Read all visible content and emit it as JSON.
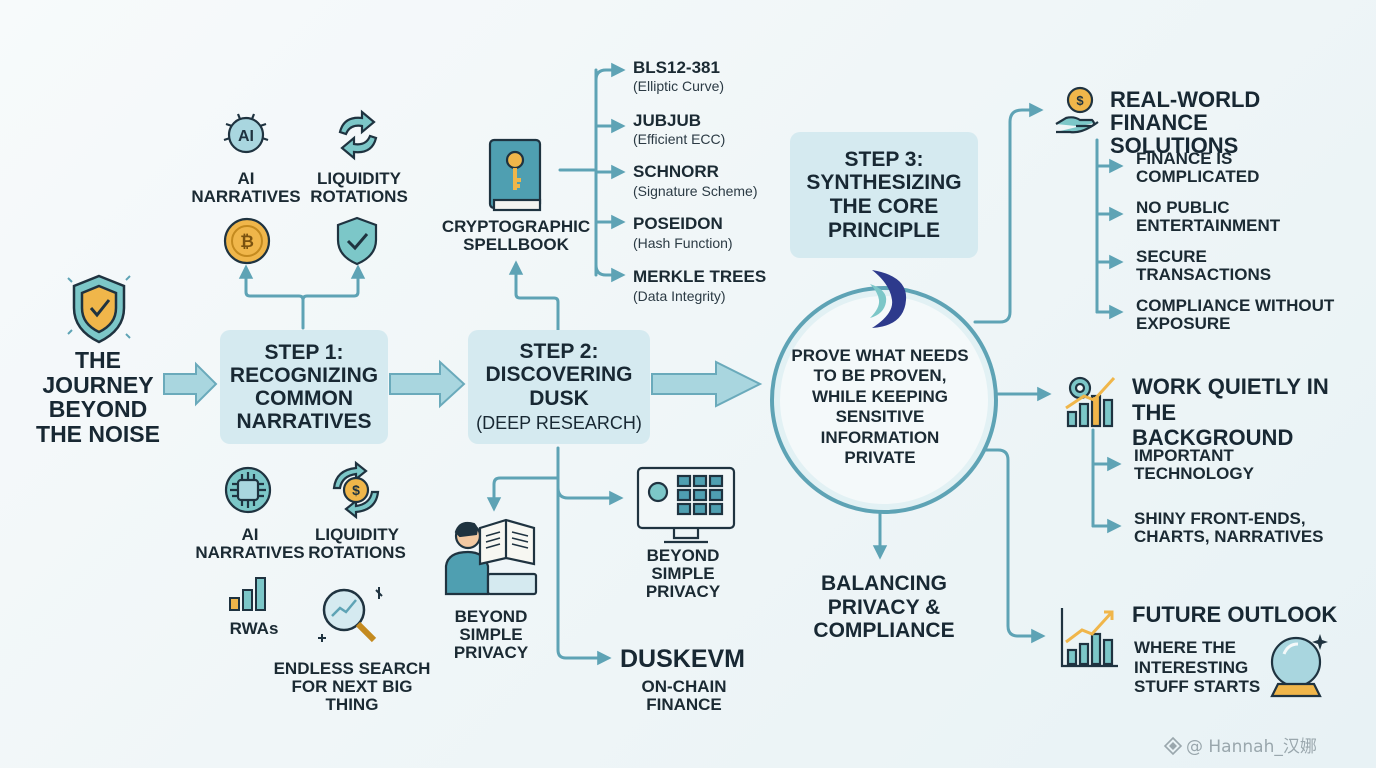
{
  "title": "THE JOURNEY BEYOND THE NOISE",
  "step1": {
    "title": "STEP 1: RECOGNIZING COMMON NARRATIVES",
    "top_items": [
      "AI NARRATIVES",
      "LIQUIDITY ROTATIONS"
    ],
    "bottom_items": [
      "AI NARRATIVES",
      "LIQUIDITY ROTATIONS",
      "RWAs",
      "ENDLESS SEARCH FOR NEXT BIG THING"
    ]
  },
  "step2": {
    "title": "STEP 2: DISCOVERING DUSK",
    "subtitle": "(DEEP RESEARCH)",
    "spellbook_label": "CRYPTOGRAPHIC SPELLBOOK",
    "primitives": [
      {
        "name": "BLS12-381",
        "desc": "(Elliptic Curve)"
      },
      {
        "name": "JUBJUB",
        "desc": "(Efficient ECC)"
      },
      {
        "name": "SCHNORR",
        "desc": "(Signature Scheme)"
      },
      {
        "name": "POSEIDON",
        "desc": "(Hash Function)"
      },
      {
        "name": "MERKLE TREES",
        "desc": "(Data Integrity)"
      }
    ],
    "privacy_left": "BEYOND SIMPLE PRIVACY",
    "privacy_right": "BEYOND SIMPLE PRIVACY",
    "duskevm_title": "DUSKEVM",
    "duskevm_sub": "ON-CHAIN FINANCE"
  },
  "step3": {
    "title": "STEP 3: SYNTHESIZING THE CORE PRINCIPLE",
    "core_principle": "PROVE WHAT NEEDS TO BE PROVEN, WHILE KEEPING SENSITIVE INFORMATION PRIVATE",
    "balance": "BALANCING PRIVACY & COMPLIANCE"
  },
  "real_world": {
    "title": "REAL-WORLD FINANCE SOLUTIONS",
    "items": [
      "FINANCE IS COMPLICATED",
      "NO PUBLIC ENTERTAINMENT",
      "SECURE TRANSACTIONS",
      "COMPLIANCE WITHOUT EXPOSURE"
    ]
  },
  "work_quietly": {
    "title": "WORK QUIETLY IN THE BACKGROUND",
    "items": [
      "IMPORTANT TECHNOLOGY",
      "SHINY FRONT-ENDS, CHARTS, NARRATIVES"
    ]
  },
  "future": {
    "title": "FUTURE OUTLOOK",
    "subtitle": "WHERE THE INTERESTING STUFF STARTS"
  },
  "watermark": "@ Hannah_汉娜",
  "colors": {
    "arrow": "#5ea3b5",
    "box": "#d5eaf0",
    "icon_stroke": "#1f3340",
    "gold": "#f0b64a",
    "teal": "#7cc7c8"
  }
}
